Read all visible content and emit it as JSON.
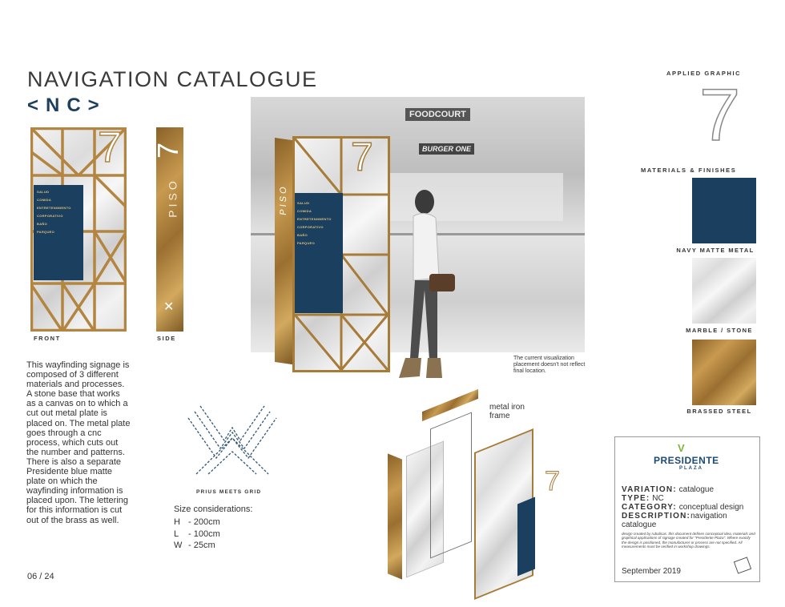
{
  "header": {
    "title": "NAVIGATION CATALOGUE",
    "code": "<NC>"
  },
  "views": {
    "front_label": "FRONT",
    "side_label": "SIDE"
  },
  "sign": {
    "number": "7",
    "side_text": "PISO",
    "menu_items": [
      "SALUD",
      "COMIDA",
      "ENTRETENIMIENTO",
      "CORPORATIVO",
      "BAÑO",
      "PARQUEO"
    ]
  },
  "description": "This wayfinding signage is composed of 3 different materials and processes. A stone base that works as a canvas on to which a cut out metal plate is placed on. The metal plate goes through a cnc process, which cuts out the number and patterns. There is also a separate Presidente blue matte plate on which the wayfinding information is placed upon. The lettering for this information is cut out of the brass as well.",
  "page_number": "06 / 24",
  "pattern_label": "PRIUS MEETS GRID",
  "size": {
    "heading": "Size considerations:",
    "rows": [
      {
        "k": "H",
        "v": "- 200cm"
      },
      {
        "k": "L",
        "v": "- 100cm"
      },
      {
        "k": "W",
        "v": "- 25cm"
      }
    ]
  },
  "render": {
    "store_sign_1": "FOODCOURT",
    "store_sign_2": "BURGER ONE",
    "note": "The current visualization placement doesn't not reflect final location."
  },
  "exploded": {
    "label": "metal iron frame"
  },
  "sidebar": {
    "applied_graphic_label": "APPLIED GRAPHIC",
    "materials_label": "MATERIALS & FINISHES",
    "swatches": [
      {
        "label": "NAVY MATTE METAL",
        "color": "#1b3f5e"
      },
      {
        "label": "MARBLE / STONE",
        "color": "#e8e8e8"
      },
      {
        "label": "BRASSED STEEL",
        "color": "#b48a45"
      }
    ]
  },
  "info": {
    "brand": "PRESIDENTE",
    "brand_sub": "PLAZA",
    "variation_k": "VARIATION:",
    "variation_v": "catalogue",
    "type_k": "TYPE:",
    "type_v": "NC",
    "category_k": "CATEGORY:",
    "category_v": "conceptual design",
    "description_k": "DESCRIPTION:",
    "description_v": "navigation catalogue",
    "fine_print": "design created by rubalicas. this document defines conceptual idea, materials and graphical applications of signage created for \"Presidente Plaza\". Where exactly the design is positioned, the manufacturer or process are not specified. All measurements must be verified in workshop drawings.",
    "date": "September 2019"
  },
  "colors": {
    "navy": "#1b3f5e",
    "brass": "#b48a45",
    "marble": "#e8e8e8"
  }
}
